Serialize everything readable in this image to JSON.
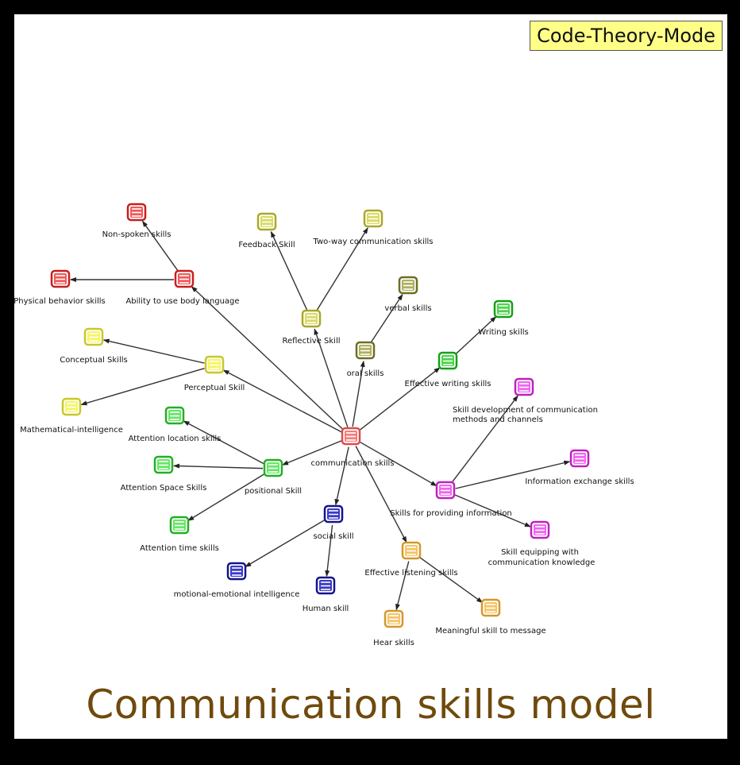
{
  "badge": "Code-Theory-Mode",
  "title": "Communication skills model",
  "nodes": [
    {
      "id": "comm",
      "label": "communication skills",
      "color": "#f07f7f",
      "stroke": "#e04a4a"
    },
    {
      "id": "body",
      "label": "Ability to use body language",
      "color": "#f05a5a",
      "stroke": "#c81e1e"
    },
    {
      "id": "nonspoken",
      "label": "Non-spoken skills",
      "color": "#f05a5a",
      "stroke": "#c81e1e"
    },
    {
      "id": "physical",
      "label": "Physical behavior skills",
      "color": "#f05a5a",
      "stroke": "#c81e1e"
    },
    {
      "id": "reflective",
      "label": "Reflective Skill",
      "color": "#dada64",
      "stroke": "#a8a82a"
    },
    {
      "id": "feedback",
      "label": "Feedback Skill",
      "color": "#dada64",
      "stroke": "#a8a82a"
    },
    {
      "id": "twoway",
      "label": "Two-way communication skills",
      "color": "#dada64",
      "stroke": "#a8a82a"
    },
    {
      "id": "oral",
      "label": "oral skills",
      "color": "#b0b060",
      "stroke": "#6e6e22"
    },
    {
      "id": "verbal",
      "label": "verbal skills",
      "color": "#b0b060",
      "stroke": "#6e6e22"
    },
    {
      "id": "effwrite",
      "label": "Effective writing skills",
      "color": "#4cd44c",
      "stroke": "#16a016"
    },
    {
      "id": "writing",
      "label": "Writing skills",
      "color": "#4cd44c",
      "stroke": "#16a016"
    },
    {
      "id": "perceptual",
      "label": "Perceptual Skill",
      "color": "#f5f566",
      "stroke": "#c8c82a"
    },
    {
      "id": "conceptual",
      "label": "Conceptual Skills",
      "color": "#f5f566",
      "stroke": "#c8c82a"
    },
    {
      "id": "math",
      "label": "Mathematical-intelligence",
      "color": "#f5f566",
      "stroke": "#c8c82a"
    },
    {
      "id": "positional",
      "label": "positional Skill",
      "color": "#66e666",
      "stroke": "#22b022"
    },
    {
      "id": "attloc",
      "label": "Attention location skills",
      "color": "#66e666",
      "stroke": "#22b022"
    },
    {
      "id": "attspace",
      "label": "Attention Space Skills",
      "color": "#66e666",
      "stroke": "#22b022"
    },
    {
      "id": "atttime",
      "label": "Attention time skills",
      "color": "#66e666",
      "stroke": "#22b022"
    },
    {
      "id": "social",
      "label": "social skill",
      "color": "#3a3ac8",
      "stroke": "#14148c"
    },
    {
      "id": "motional",
      "label": "motional-emotional intelligence",
      "color": "#3a3ac8",
      "stroke": "#14148c"
    },
    {
      "id": "human",
      "label": "Human skill",
      "color": "#3a3ac8",
      "stroke": "#14148c"
    },
    {
      "id": "listening",
      "label": "Effective listening skills",
      "color": "#f5c466",
      "stroke": "#d4982a"
    },
    {
      "id": "hear",
      "label": "Hear skills",
      "color": "#f5c466",
      "stroke": "#d4982a"
    },
    {
      "id": "meaningful",
      "label": "Meaningful skill to message",
      "color": "#f5c466",
      "stroke": "#d4982a"
    },
    {
      "id": "providing",
      "label": "Skills for providing information",
      "color": "#ee66ee",
      "stroke": "#c020c0"
    },
    {
      "id": "skilldev",
      "label": "Skill development of communication methods and channels",
      "color": "#ee66ee",
      "stroke": "#c020c0"
    },
    {
      "id": "infoex",
      "label": "Information exchange skills",
      "color": "#ee66ee",
      "stroke": "#c020c0"
    },
    {
      "id": "equipping",
      "label": "Skill equipping with communication knowledge",
      "color": "#ee66ee",
      "stroke": "#c020c0"
    }
  ],
  "edges": [
    [
      "comm",
      "body"
    ],
    [
      "body",
      "nonspoken"
    ],
    [
      "body",
      "physical"
    ],
    [
      "comm",
      "reflective"
    ],
    [
      "reflective",
      "feedback"
    ],
    [
      "reflective",
      "twoway"
    ],
    [
      "comm",
      "oral"
    ],
    [
      "oral",
      "verbal"
    ],
    [
      "comm",
      "effwrite"
    ],
    [
      "effwrite",
      "writing"
    ],
    [
      "comm",
      "perceptual"
    ],
    [
      "perceptual",
      "conceptual"
    ],
    [
      "perceptual",
      "math"
    ],
    [
      "comm",
      "positional"
    ],
    [
      "positional",
      "attloc"
    ],
    [
      "positional",
      "attspace"
    ],
    [
      "positional",
      "atttime"
    ],
    [
      "comm",
      "social"
    ],
    [
      "social",
      "motional"
    ],
    [
      "social",
      "human"
    ],
    [
      "comm",
      "listening"
    ],
    [
      "listening",
      "hear"
    ],
    [
      "listening",
      "meaningful"
    ],
    [
      "comm",
      "providing"
    ],
    [
      "providing",
      "skilldev"
    ],
    [
      "providing",
      "infoex"
    ],
    [
      "providing",
      "equipping"
    ]
  ]
}
